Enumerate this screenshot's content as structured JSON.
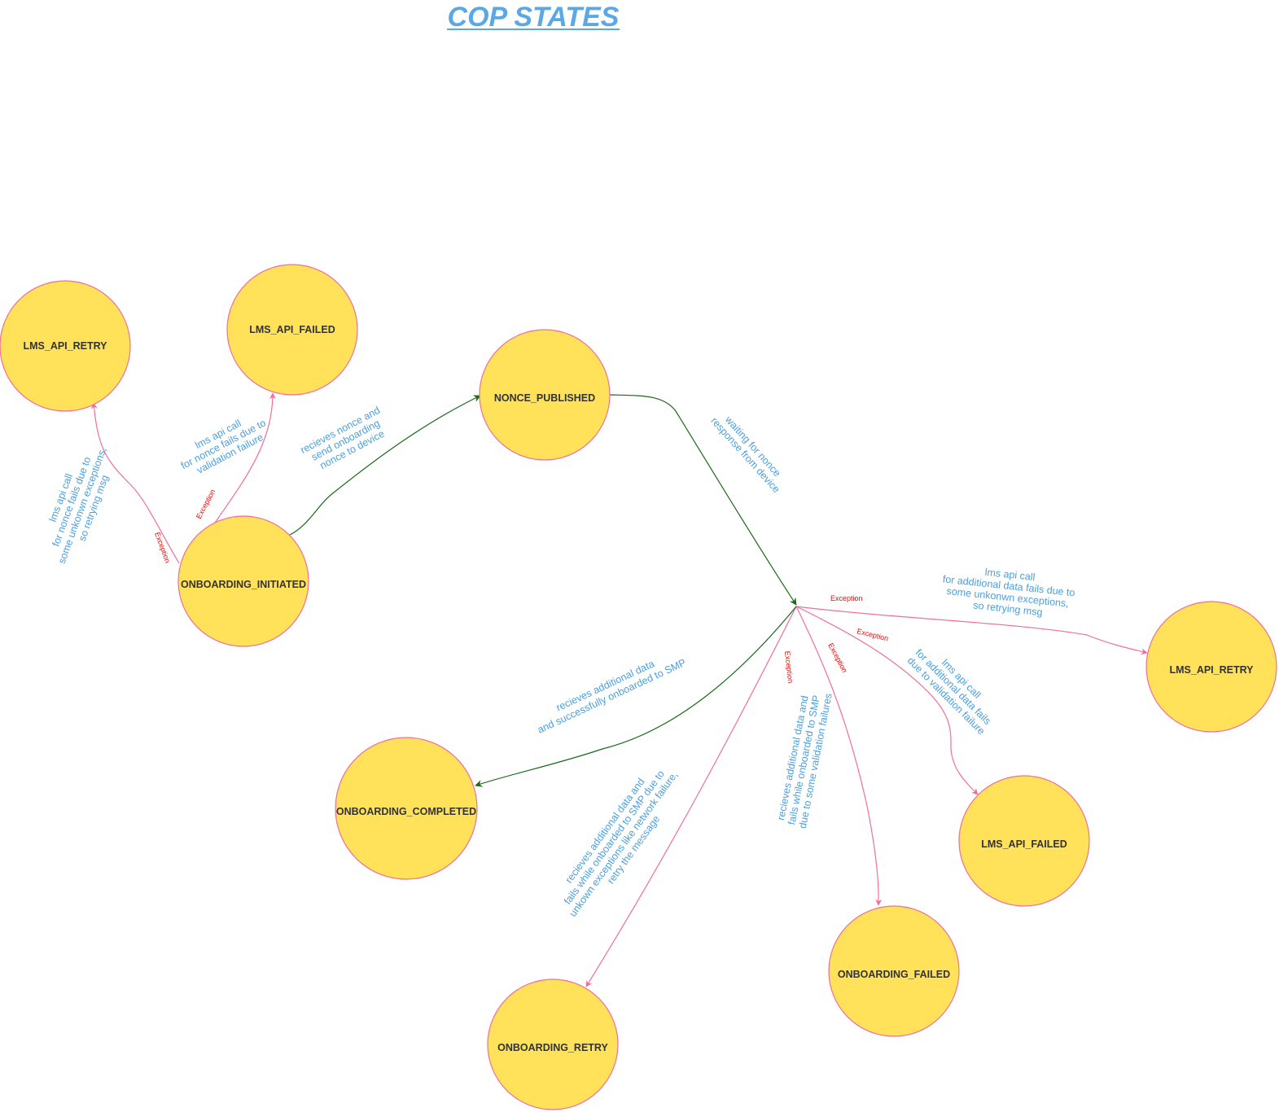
{
  "title": "COP STATES",
  "colors": {
    "node_fill": "#ffe15a",
    "node_stroke": "#f06f9a",
    "success_edge": "#1a6a1a",
    "failure_edge": "#f06f9a",
    "edge_label": "#4a9fe0",
    "exception_label": "#ff0000",
    "title": "#5aa9e6"
  },
  "states": {
    "lms_api_retry_left": "LMS_API_RETRY",
    "lms_api_failed_top": "LMS_API_FAILED",
    "onboarding_initiated": "ONBOARDING_INITIATED",
    "nonce_published": "NONCE_PUBLISHED",
    "lms_api_retry_right": "LMS_API_RETRY",
    "onboarding_completed": "ONBOARDING_COMPLETED",
    "lms_api_failed_right": "LMS_API_FAILED",
    "onboarding_failed": "ONBOARDING_FAILED",
    "onboarding_retry": "ONBOARDING_RETRY"
  },
  "exception_label": "Exception",
  "transitions": {
    "initiated_to_retry": [
      "lms api call",
      "for nonce fails due to",
      "some unkonwn exceptions,",
      "so retrying msg"
    ],
    "initiated_to_failed": [
      "lms api call",
      "for nonce fails due to",
      "validation failure"
    ],
    "initiated_to_nonce": [
      "recieves nonce and",
      "send onboarding",
      "nonce to device"
    ],
    "nonce_waiting": [
      "waiting for nonce",
      "response from device"
    ],
    "to_lms_retry": [
      "lms api call",
      "for additional data fails due to",
      "some unkonwn exceptions,",
      "so retrying msg"
    ],
    "to_lms_failed": [
      "lms api call",
      "for additional data fails",
      "due to validation failure"
    ],
    "to_completed": [
      "recieves additional data",
      "and successfully onboarded to SMP"
    ],
    "to_onboarding_failed": [
      "recieves additional data and",
      "fails while onboarded to SMP",
      "due to some validation failures"
    ],
    "to_onboarding_retry": [
      "recieves additional data and",
      "fails while onboarded to SMP due to",
      "unkown exceptions like network failure,",
      "retry the message"
    ]
  }
}
